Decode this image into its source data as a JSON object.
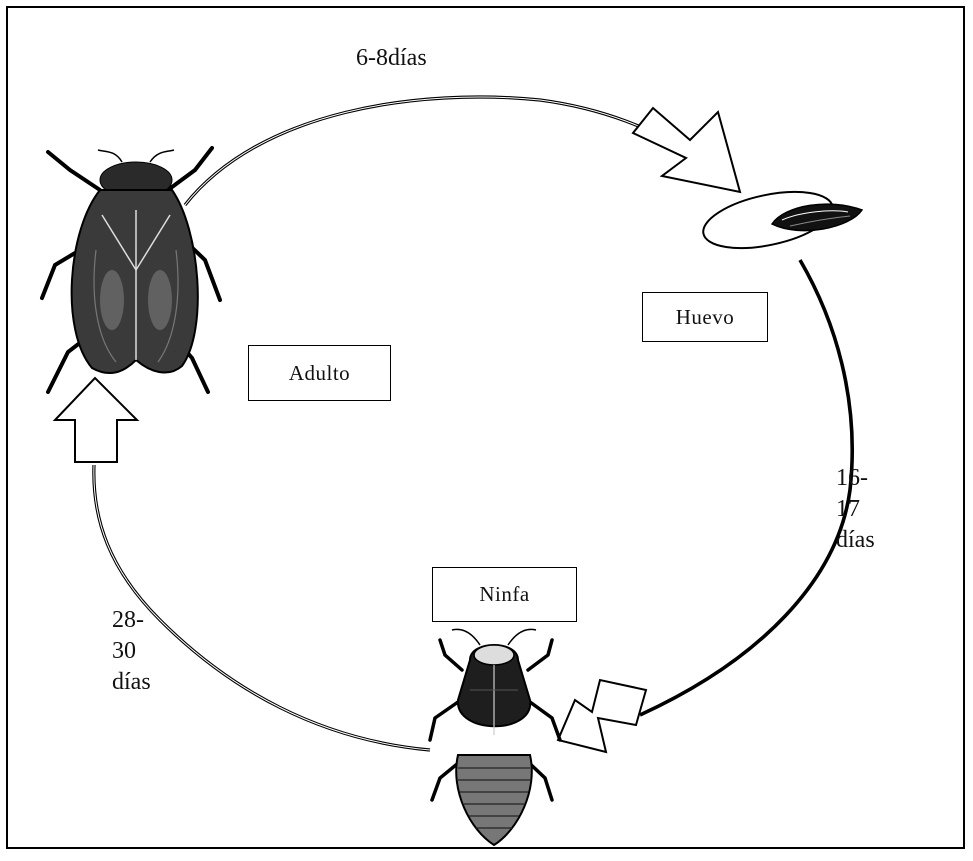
{
  "stages": {
    "egg": "Huevo",
    "nymph": "Ninfa",
    "adult": "Adulto"
  },
  "durations": {
    "adult_to_egg": "6-8días",
    "egg_to_nymph": "16-\n17\ndías",
    "nymph_to_adult": "28-\n30\ndías"
  }
}
